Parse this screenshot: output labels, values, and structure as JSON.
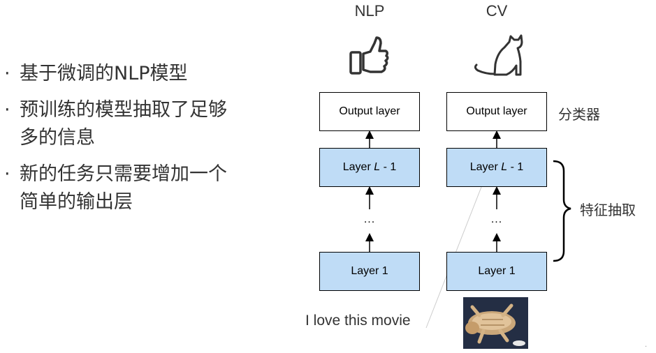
{
  "bullets": [
    "基于微调的NLP模型",
    "预训练的模型抽取了足够多的信息",
    "新的任务只需要增加一个简单的输出层"
  ],
  "bullet_lines": [
    [
      "基于微调的NLP模型"
    ],
    [
      "预训练的模型抽取了足够",
      "多的信息"
    ],
    [
      "新的任务只需要增加一个",
      "简单的输出层"
    ]
  ],
  "bullet_marker": "·",
  "columns": {
    "nlp": {
      "title": "NLP",
      "icon": "thumbs-up-icon",
      "output_label": "Output layer",
      "top_layer_prefix": "Layer ",
      "top_layer_var": "L",
      "top_layer_suffix": " - 1",
      "ellipsis": "...",
      "bottom_layer": "Layer 1",
      "input": "I love this movie"
    },
    "cv": {
      "title": "CV",
      "icon": "cat-icon",
      "output_label": "Output layer",
      "top_layer_prefix": "Layer ",
      "top_layer_var": "L",
      "top_layer_suffix": " - 1",
      "ellipsis": "...",
      "bottom_layer": "Layer 1",
      "input": "cat-photo"
    }
  },
  "labels": {
    "classifier": "分类器",
    "feature_extraction": "特征抽取"
  },
  "colors": {
    "layer_fill": "#bfdcf6",
    "box_border": "#000000",
    "text": "#333333"
  }
}
